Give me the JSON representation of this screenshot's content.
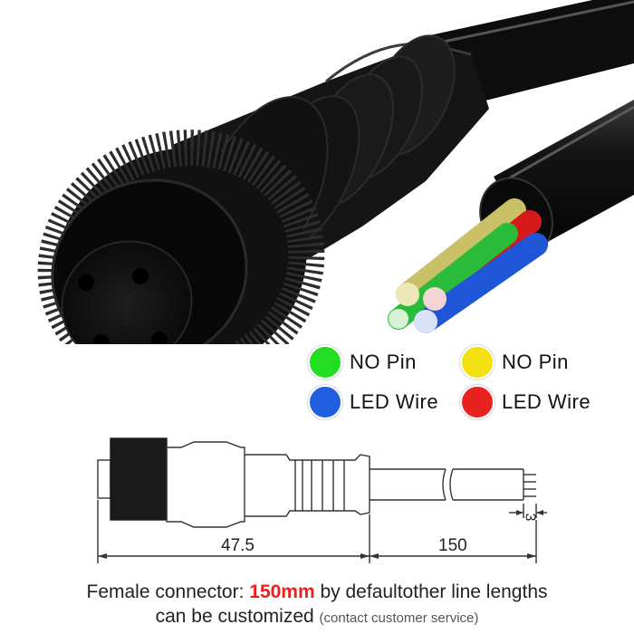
{
  "colors": {
    "green": "#22dd22",
    "yellow": "#f2e00f",
    "blue": "#1f5fe0",
    "red": "#e8231f",
    "accent": "#e8231f"
  },
  "legend": [
    {
      "color": "green",
      "label": "NO Pin"
    },
    {
      "color": "yellow",
      "label": "NO Pin"
    },
    {
      "color": "blue",
      "label": "LED Wire"
    },
    {
      "color": "red",
      "label": "LED Wire"
    }
  ],
  "dimensions": {
    "body_length": "47.5",
    "cable_length": "150",
    "strip_length": "3"
  },
  "caption": {
    "line1_prefix": "Female connector: ",
    "line1_highlight": "150mm",
    "line1_suffix": " by defaultother line lengths",
    "line2_main": "can be customized ",
    "line2_note": "(contact customer service)"
  }
}
